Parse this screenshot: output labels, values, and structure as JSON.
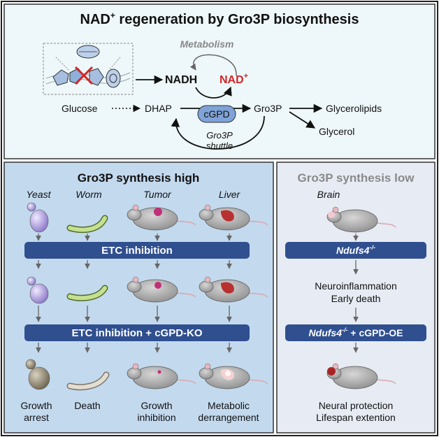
{
  "top": {
    "title_main": "NAD",
    "title_sup": "+",
    "title_rest": " regeneration by Gro3P biosynthesis",
    "metabolism": "Metabolism",
    "nadh": "NADH",
    "nad_main": "NAD",
    "nad_sup": "+",
    "glucose": "Glucose",
    "dhap": "DHAP",
    "cgpd": "cGPD",
    "gro3p": "Gro3P",
    "glycerolipids": "Glycerolipids",
    "glycerol": "Glycerol",
    "shuttle_line1": "Gro3P",
    "shuttle_line2": "shuttle"
  },
  "left": {
    "heading": "Gro3P synthesis high",
    "organisms": [
      "Yeast",
      "Worm",
      "Tumor",
      "Liver"
    ],
    "bar1": "ETC inhibition",
    "bar2": "ETC inhibition + cGPD-KO",
    "outcomes": [
      [
        "Growth",
        "arrest"
      ],
      [
        "Death"
      ],
      [
        "Growth",
        "inhibition"
      ],
      [
        "Metabolic",
        "derrangement"
      ]
    ]
  },
  "right": {
    "heading": "Gro3P synthesis low",
    "organism": "Brain",
    "bar1_main": "Ndufs4",
    "bar1_sup": "-/-",
    "mid1": "Neuroinflammation",
    "mid2": "Early death",
    "bar2_main": "Ndufs4",
    "bar2_sup": "-/-",
    "bar2_rest": " + cGPD-OE",
    "out1": "Neural protection",
    "out2": "Lifespan extention"
  },
  "colors": {
    "top_bg": "#eef7f9",
    "left_bg": "#c3d9ee",
    "right_bg": "#e7ebf4",
    "bar": "#2f4f8f",
    "nad_red": "#d42626",
    "cgpd_fill": "#7fa3d8",
    "heading_gray": "#8a8a8a"
  }
}
